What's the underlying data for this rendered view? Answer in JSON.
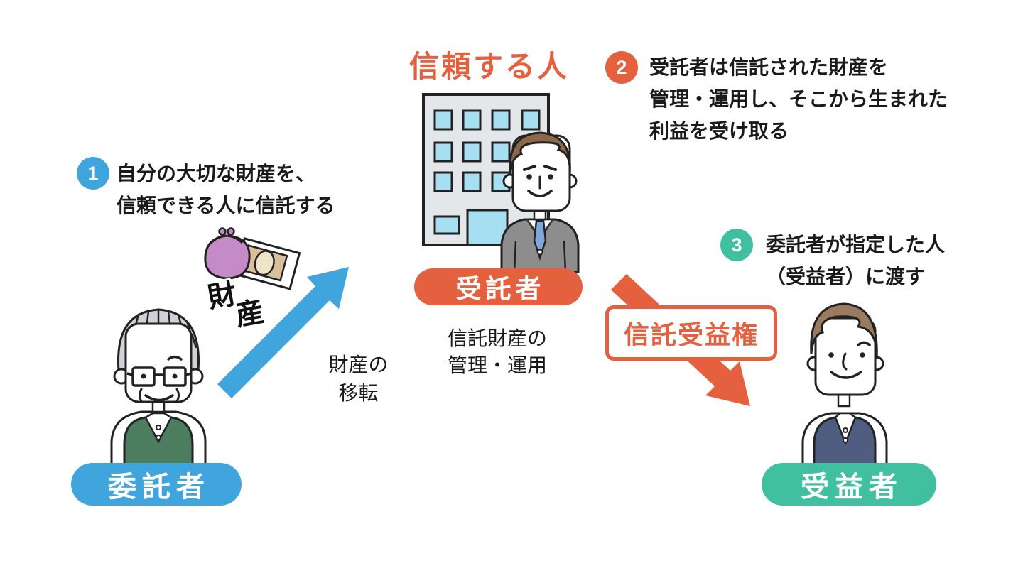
{
  "title": "信頼する人",
  "steps": [
    {
      "number": "1",
      "line1": "自分の大切な財産を、",
      "line2": "信頼できる人に信託する"
    },
    {
      "number": "2",
      "line1": "受託者は信託された財産を",
      "line2": "管理・運用し、そこから生まれた",
      "line3": "利益を受け取る"
    },
    {
      "number": "3",
      "line1": "委託者が指定した人",
      "line2": "（受益者）に渡す"
    }
  ],
  "badges": {
    "settlor": "委託者",
    "trustee": "受託者",
    "beneficiary": "受益者"
  },
  "annotations": {
    "asset_char1": "財",
    "asset_char2": "産",
    "asset_transfer_line1": "財産の",
    "asset_transfer_line2": "移転",
    "trust_management_line1": "信託財産の",
    "trust_management_line2": "管理・運用",
    "trust_benefit_right": "信託受益権"
  },
  "colors": {
    "blue": "#3FA5DC",
    "orange": "#E5603E",
    "teal": "#41C0A1",
    "text": "#1A1A1A",
    "window-blue": "#A6DFF2",
    "building-gray": "#E3E7EA",
    "purse-purple": "#C58BC9",
    "vest-green": "#4D7D5F",
    "suit-gray": "#8D8D8D",
    "vest-navy": "#4E5D80",
    "hair-brown": "#8A6849",
    "hair-light-brown": "#9B7B5F",
    "hair-gray": "#CFD2D6",
    "tie-blue": "#7FA8D9",
    "note-tan": "#D9C09A"
  }
}
